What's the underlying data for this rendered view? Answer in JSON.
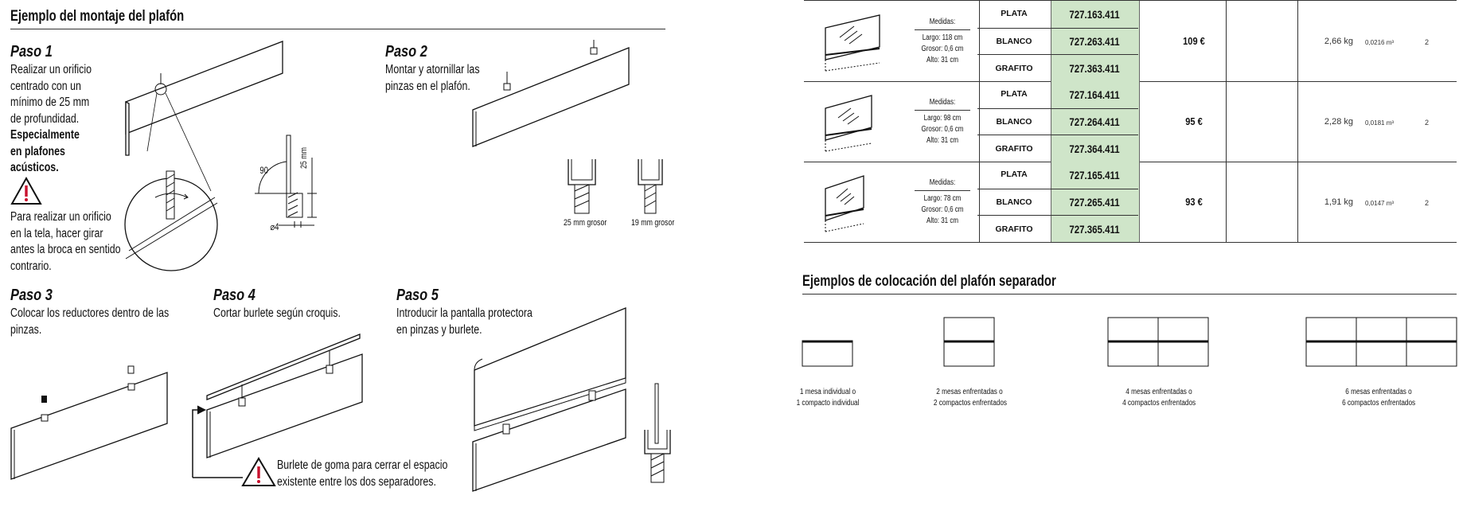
{
  "left": {
    "title": "Ejemplo del montaje del plafón",
    "paso1": {
      "heading": "Paso 1",
      "lines": [
        "Realizar un orificio",
        "centrado con un",
        "mínimo de 25 mm",
        "de profundidad."
      ],
      "bold_lines": [
        "Especialmente",
        "en plafones",
        "acústicos."
      ],
      "warning_lines": [
        "Para realizar un orificio",
        "en la tela, hacer girar",
        "antes la broca en sentido",
        "contrario."
      ],
      "dim_angle": "90",
      "dim_depth": "25 mm",
      "dim_diameter": "⌀4"
    },
    "paso2": {
      "heading": "Paso 2",
      "lines": [
        "Montar y atornillar las",
        "pinzas en el plafón."
      ],
      "clip_25": "25 mm grosor",
      "clip_19": "19 mm grosor"
    },
    "paso3": {
      "heading": "Paso 3",
      "lines": [
        "Colocar los reductores dentro de las",
        "pinzas."
      ]
    },
    "paso4": {
      "heading": "Paso 4",
      "lines": [
        "Cortar burlete según croquis."
      ],
      "note_lines": [
        "Burlete de goma para cerrar el espacio",
        "existente entre los dos separadores."
      ]
    },
    "paso5": {
      "heading": "Paso 5",
      "lines": [
        "Introducir  la  pantalla  protectora",
        "en pinzas y burlete."
      ]
    }
  },
  "table": {
    "rows": [
      {
        "medidas": "Medidas:",
        "largo": "Largo: 118 cm",
        "grosor": "Grosor: 0,6 cm",
        "alto": "Alto: 31 cm",
        "variants": [
          {
            "color": "PLATA",
            "code": "727.163.411"
          },
          {
            "color": "BLANCO",
            "code": "727.263.411"
          },
          {
            "color": "GRAFITO",
            "code": "727.363.411"
          }
        ],
        "price": "109 €",
        "weight": "2,66 kg",
        "volume": "0,0216 m³",
        "qty": "2"
      },
      {
        "medidas": "Medidas:",
        "largo": "Largo: 98 cm",
        "grosor": "Grosor: 0,6 cm",
        "alto": "Alto: 31 cm",
        "variants": [
          {
            "color": "PLATA",
            "code": "727.164.411"
          },
          {
            "color": "BLANCO",
            "code": "727.264.411"
          },
          {
            "color": "GRAFITO",
            "code": "727.364.411"
          }
        ],
        "price": "95 €",
        "weight": "2,28 kg",
        "volume": "0,0181 m³",
        "qty": "2"
      },
      {
        "medidas": "Medidas:",
        "largo": "Largo: 78 cm",
        "grosor": "Grosor: 0,6 cm",
        "alto": "Alto: 31 cm",
        "variants": [
          {
            "color": "PLATA",
            "code": "727.165.411"
          },
          {
            "color": "BLANCO",
            "code": "727.265.411"
          },
          {
            "color": "GRAFITO",
            "code": "727.365.411"
          }
        ],
        "price": "93 €",
        "weight": "1,91 kg",
        "volume": "0,0147 m³",
        "qty": "2"
      }
    ]
  },
  "placement": {
    "title": "Ejemplos de colocación del plafón separador",
    "examples": [
      {
        "line1": "1 mesa individual o",
        "line2": "1 compacto individual"
      },
      {
        "line1": "2 mesas enfrentadas o",
        "line2": "2 compactos enfrentados"
      },
      {
        "line1": "4 mesas enfrentadas o",
        "line2": "4 compactos enfrentados"
      },
      {
        "line1": "6 mesas enfrentadas o",
        "line2": "6 compactos enfrentados"
      }
    ]
  },
  "colors": {
    "code_bg": "#cfe5c9",
    "warning": "#c8102e"
  }
}
